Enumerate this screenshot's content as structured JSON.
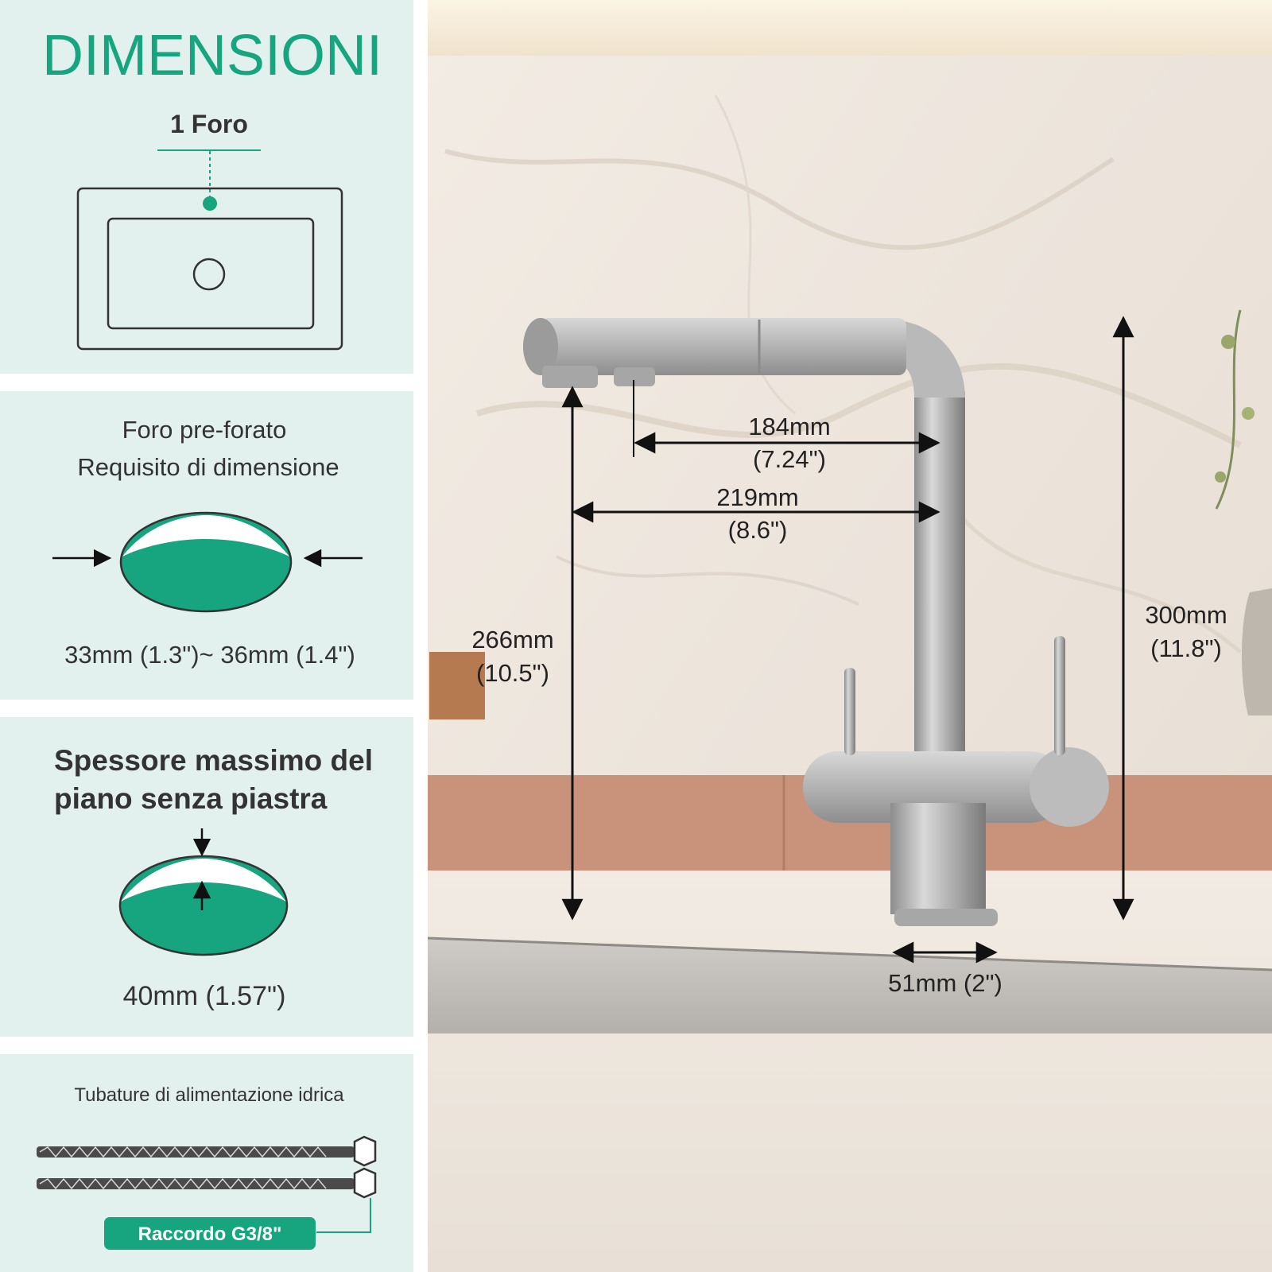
{
  "header": {
    "title": "DIMENSIONI"
  },
  "mounting": {
    "label": "1 Foro"
  },
  "hole": {
    "title_line1": "Foro pre-forato",
    "title_line2": "Requisito di dimensione",
    "range": "33mm (1.3\")~ 36mm (1.4\")"
  },
  "thickness": {
    "title_line1": "Spessore massimo del",
    "title_line2": "piano senza piastra",
    "value": "40mm (1.57\")"
  },
  "supply": {
    "title": "Tubature di alimentazione idrica",
    "connector": "Raccordo G3/8\""
  },
  "dimensions": {
    "spout_reach_mm": "184mm",
    "spout_reach_in": "(7.24\")",
    "total_reach_mm": "219mm",
    "total_reach_in": "(8.6\")",
    "spout_height_mm": "266mm",
    "spout_height_in": "(10.5\")",
    "total_height_mm": "300mm",
    "total_height_in": "(11.8\")",
    "base_diameter": "51mm (2\")"
  },
  "colors": {
    "accent": "#16a57f",
    "panel": "#e3f1ee",
    "divider": "#ffffff",
    "text": "#333333"
  }
}
